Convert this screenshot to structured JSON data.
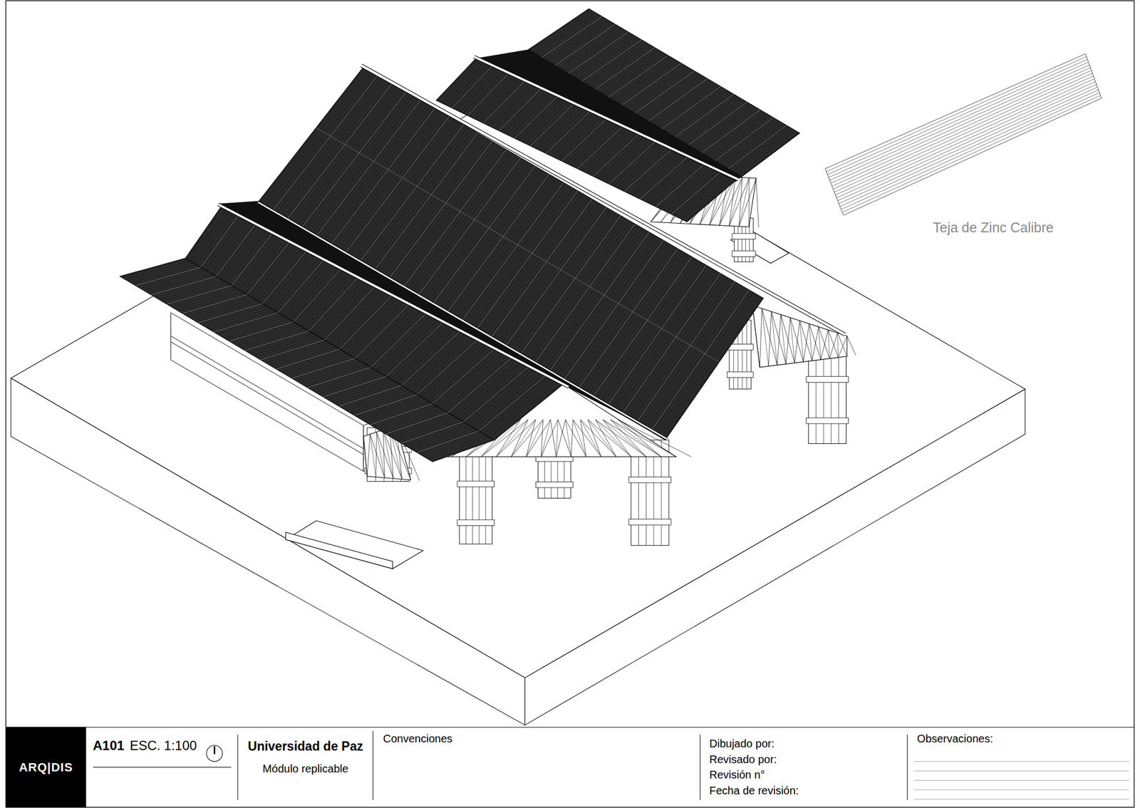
{
  "diagram": {
    "nodes": [
      {
        "text": [
          "ARQ|DIS"
        ]
      },
      {
        "text": [
          "A101",
          "ESC. 1:100"
        ]
      },
      {
        "text": [
          "Universidad de Paz",
          "Módulo replicable"
        ]
      },
      {
        "text": [
          "Convenciones"
        ]
      },
      {
        "text": [
          "Dibujado por:",
          "Revisado por:",
          "Revisión n°",
          "Fecha de revisión:"
        ]
      },
      {
        "text": [
          "Observaciones:"
        ]
      }
    ],
    "labels": [
      "Teja de Zinc Calibre"
    ]
  }
}
